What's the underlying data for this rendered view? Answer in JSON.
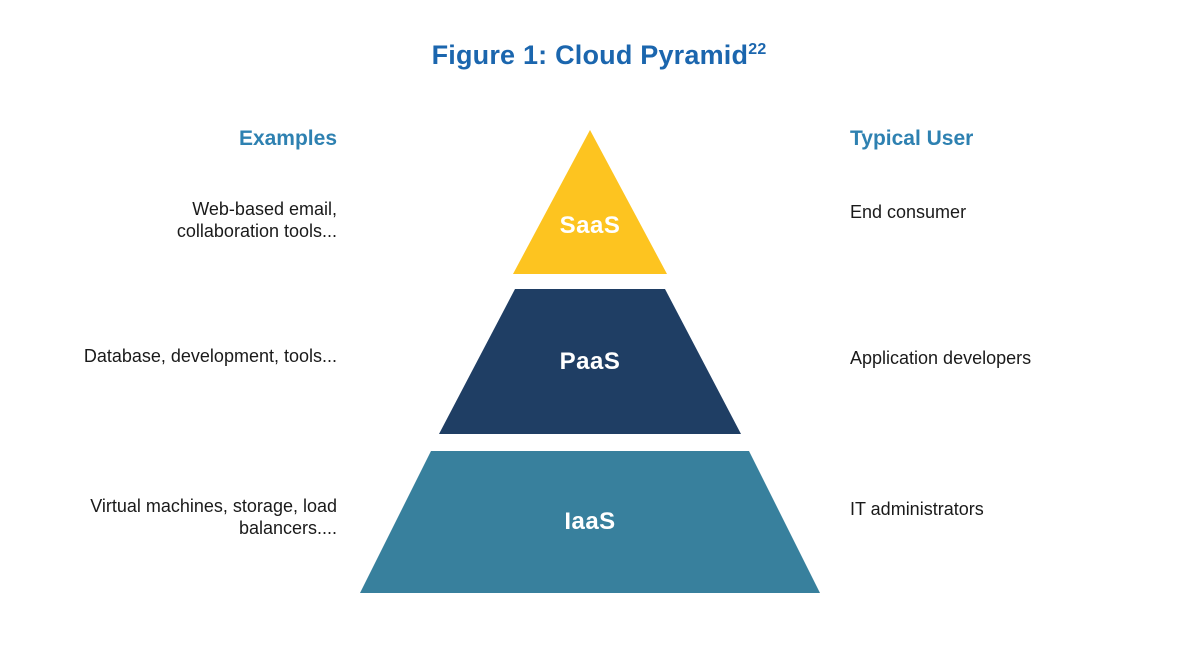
{
  "figure": {
    "title": "Figure 1: Cloud Pyramid",
    "footnote_superscript": "22"
  },
  "columns": {
    "examples_header": "Examples",
    "typical_user_header": "Typical User"
  },
  "layers": [
    {
      "id": "saas",
      "label": "SaaS",
      "example": "Web-based email, collaboration tools...",
      "typical_user": "End consumer",
      "color": "#fdc420"
    },
    {
      "id": "paas",
      "label": "PaaS",
      "example": "Database, development, tools...",
      "typical_user": "Application developers",
      "color": "#1f3e64"
    },
    {
      "id": "iaas",
      "label": "IaaS",
      "example": "Virtual machines, storage, load balancers....",
      "typical_user": "IT administrators",
      "color": "#38809d"
    }
  ],
  "colors": {
    "title_blue": "#1b66ae",
    "header_steel_blue": "#2e81b1",
    "body_text": "#1a1a1a",
    "background": "#ffffff"
  }
}
